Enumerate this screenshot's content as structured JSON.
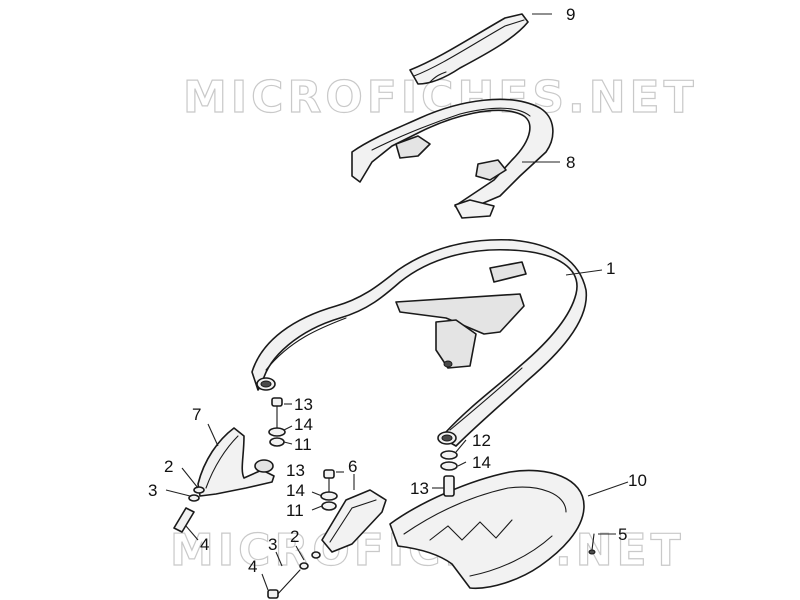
{
  "watermark": "MICROFICHES.NET",
  "callouts": {
    "c1": "1",
    "c2a": "2",
    "c2b": "2",
    "c3a": "3",
    "c3b": "3",
    "c4a": "4",
    "c4b": "4",
    "c5": "5",
    "c6": "6",
    "c7": "7",
    "c8": "8",
    "c9": "9",
    "c10": "10",
    "c11a": "11",
    "c11b": "11",
    "c12": "12",
    "c13a": "13",
    "c13b": "13",
    "c13c": "13",
    "c14a": "14",
    "c14b": "14",
    "c14c": "14"
  }
}
